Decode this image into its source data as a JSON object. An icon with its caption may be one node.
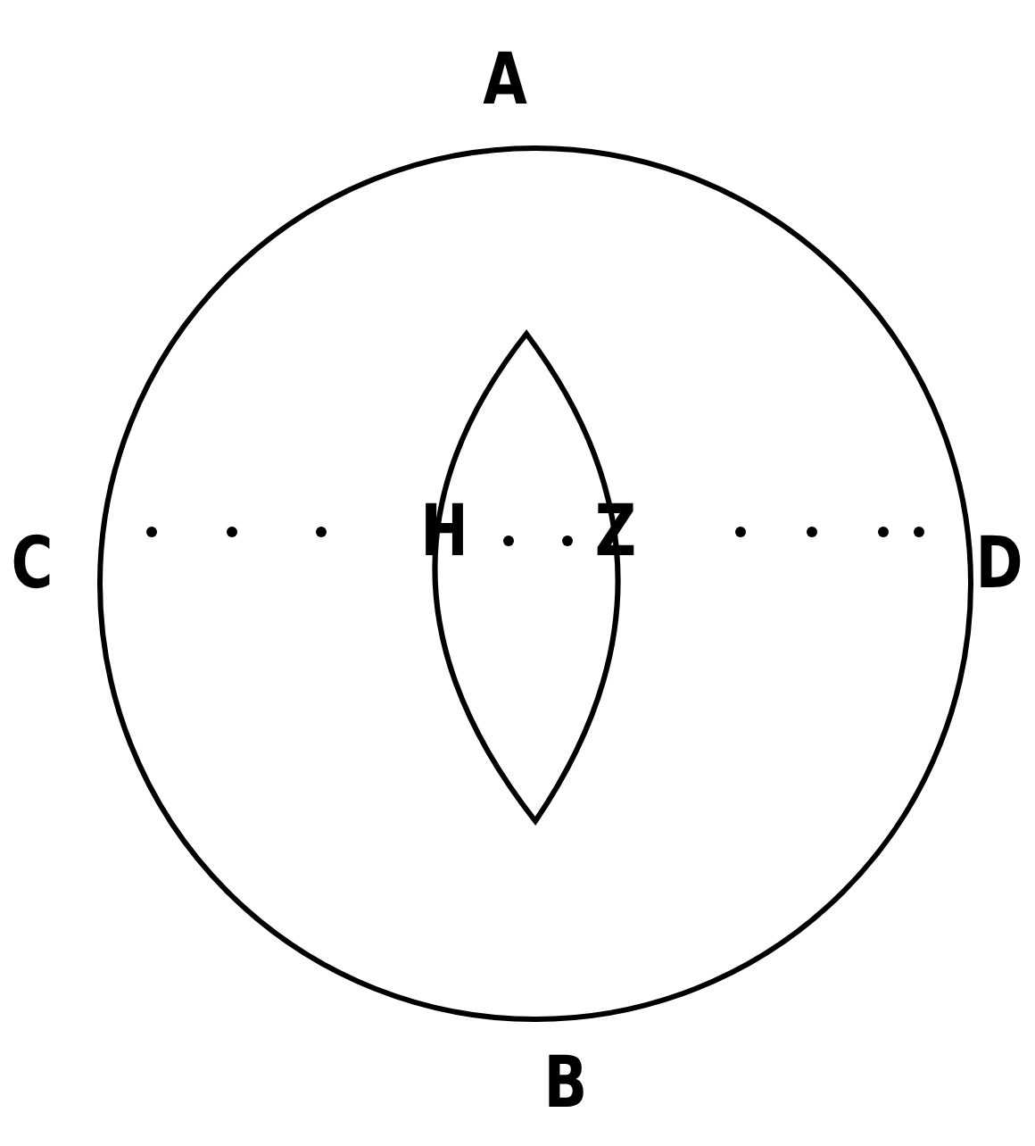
{
  "diagram": {
    "labels": [
      "A",
      "C",
      "H",
      "Z",
      "D",
      "B"
    ]
  }
}
